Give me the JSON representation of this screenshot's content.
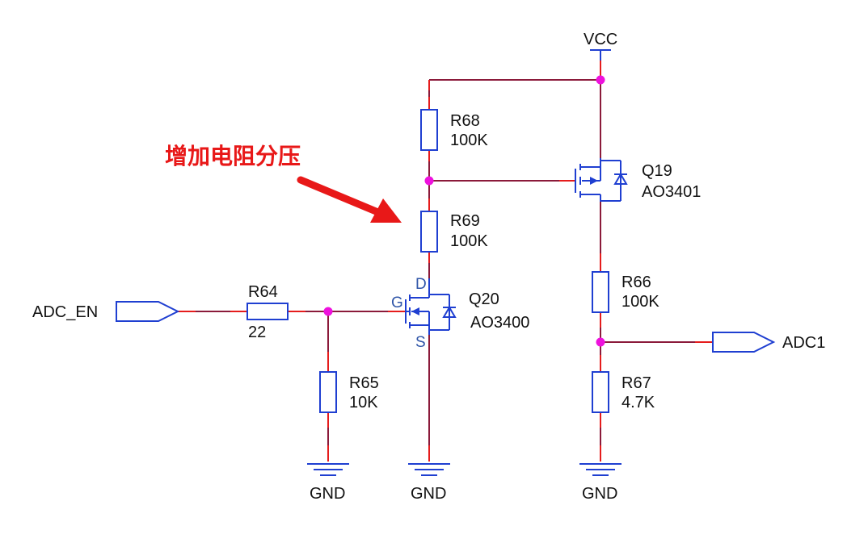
{
  "annotation": {
    "text": "增加电阻分压",
    "color": "#e81818"
  },
  "power": {
    "vcc": "VCC"
  },
  "ground": {
    "label": "GND"
  },
  "ports": {
    "adc_en": "ADC_EN",
    "adc1": "ADC1"
  },
  "components": {
    "r64": {
      "ref": "R64",
      "value": "22"
    },
    "r65": {
      "ref": "R65",
      "value": "10K"
    },
    "r66": {
      "ref": "R66",
      "value": "100K"
    },
    "r67": {
      "ref": "R67",
      "value": "4.7K"
    },
    "r68": {
      "ref": "R68",
      "value": "100K"
    },
    "r69": {
      "ref": "R69",
      "value": "100K"
    },
    "q19": {
      "ref": "Q19",
      "part": "AO3401"
    },
    "q20": {
      "ref": "Q20",
      "part": "AO3400",
      "pin_d": "D",
      "pin_g": "G",
      "pin_s": "S"
    }
  },
  "colors": {
    "wire": "#8b1a3a",
    "pin_stub": "#e51c1c",
    "symbol": "#1f3fd1",
    "junction": "#ee11dd"
  }
}
